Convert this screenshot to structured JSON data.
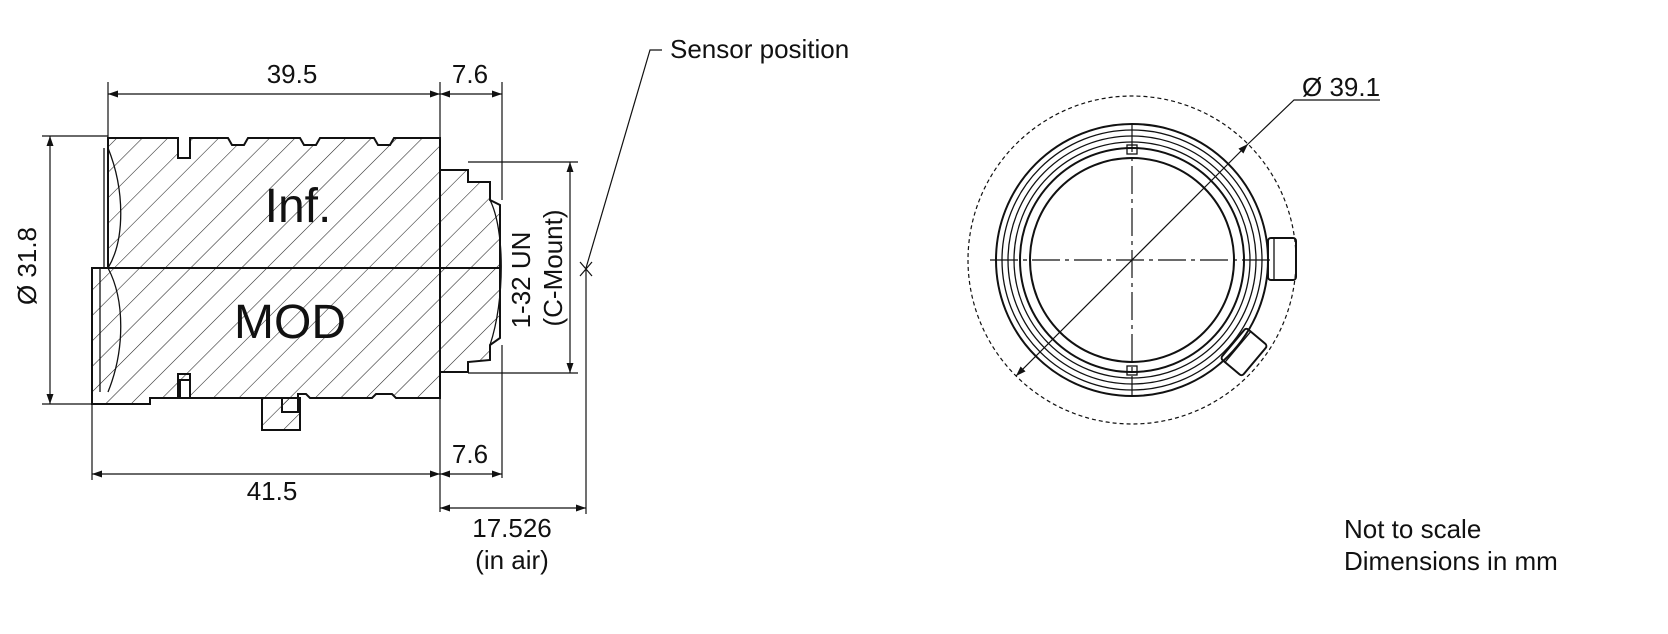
{
  "side_view": {
    "dim_top_main": "39.5",
    "dim_top_mount": "7.6",
    "dim_diameter": "Ø 31.8",
    "label_inf": "Inf.",
    "label_mod": "MOD",
    "thread_line1": "1-32 UN",
    "thread_line2": "(C-Mount)",
    "dim_bottom_main": "41.5",
    "dim_bottom_mount": "7.6",
    "dim_flange_line1": "17.526",
    "dim_flange_line2": "(in air)",
    "sensor_label": "Sensor position"
  },
  "front_view": {
    "dim_diameter": "Ø 39.1"
  },
  "notes": {
    "line1": "Not to scale",
    "line2": "Dimensions in mm"
  }
}
